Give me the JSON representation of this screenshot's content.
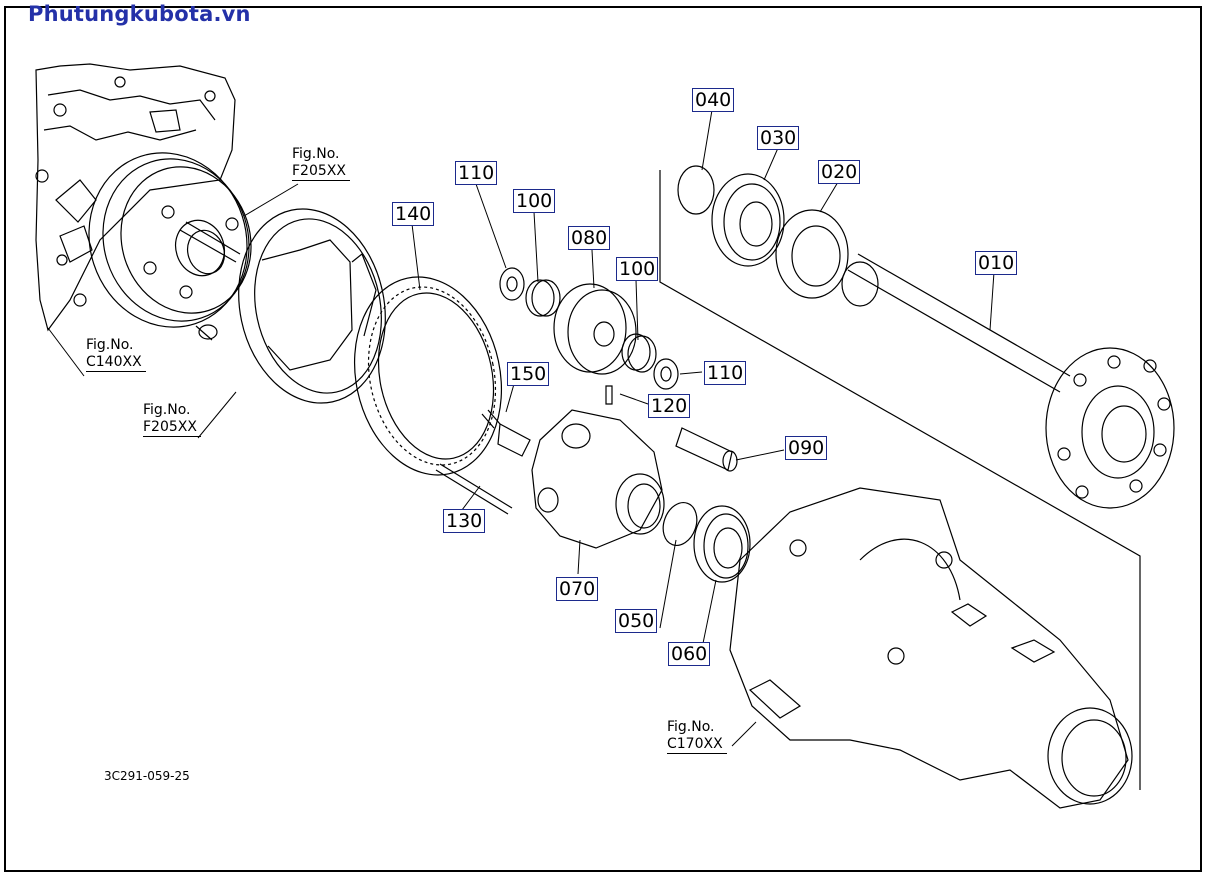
{
  "header": {
    "brand": "Phutungkubota.vn"
  },
  "diagram": {
    "drawing_code": "3C291-059-25",
    "parts": [
      {
        "id": "p010",
        "label": "010"
      },
      {
        "id": "p020",
        "label": "020"
      },
      {
        "id": "p030",
        "label": "030"
      },
      {
        "id": "p040",
        "label": "040"
      },
      {
        "id": "p050",
        "label": "050"
      },
      {
        "id": "p060",
        "label": "060"
      },
      {
        "id": "p070",
        "label": "070"
      },
      {
        "id": "p080",
        "label": "080"
      },
      {
        "id": "p090",
        "label": "090"
      },
      {
        "id": "p100a",
        "label": "100"
      },
      {
        "id": "p100b",
        "label": "100"
      },
      {
        "id": "p110a",
        "label": "110"
      },
      {
        "id": "p110b",
        "label": "110"
      },
      {
        "id": "p120",
        "label": "120"
      },
      {
        "id": "p130",
        "label": "130"
      },
      {
        "id": "p140",
        "label": "140"
      },
      {
        "id": "p150",
        "label": "150"
      }
    ],
    "figure_refs": [
      {
        "id": "f1",
        "prefix": "Fig.No.",
        "code": "F205XX"
      },
      {
        "id": "f2",
        "prefix": "Fig.No.",
        "code": "C140XX"
      },
      {
        "id": "f3",
        "prefix": "Fig.No.",
        "code": "F205XX"
      },
      {
        "id": "f4",
        "prefix": "Fig.No.",
        "code": "C170XX"
      }
    ]
  }
}
